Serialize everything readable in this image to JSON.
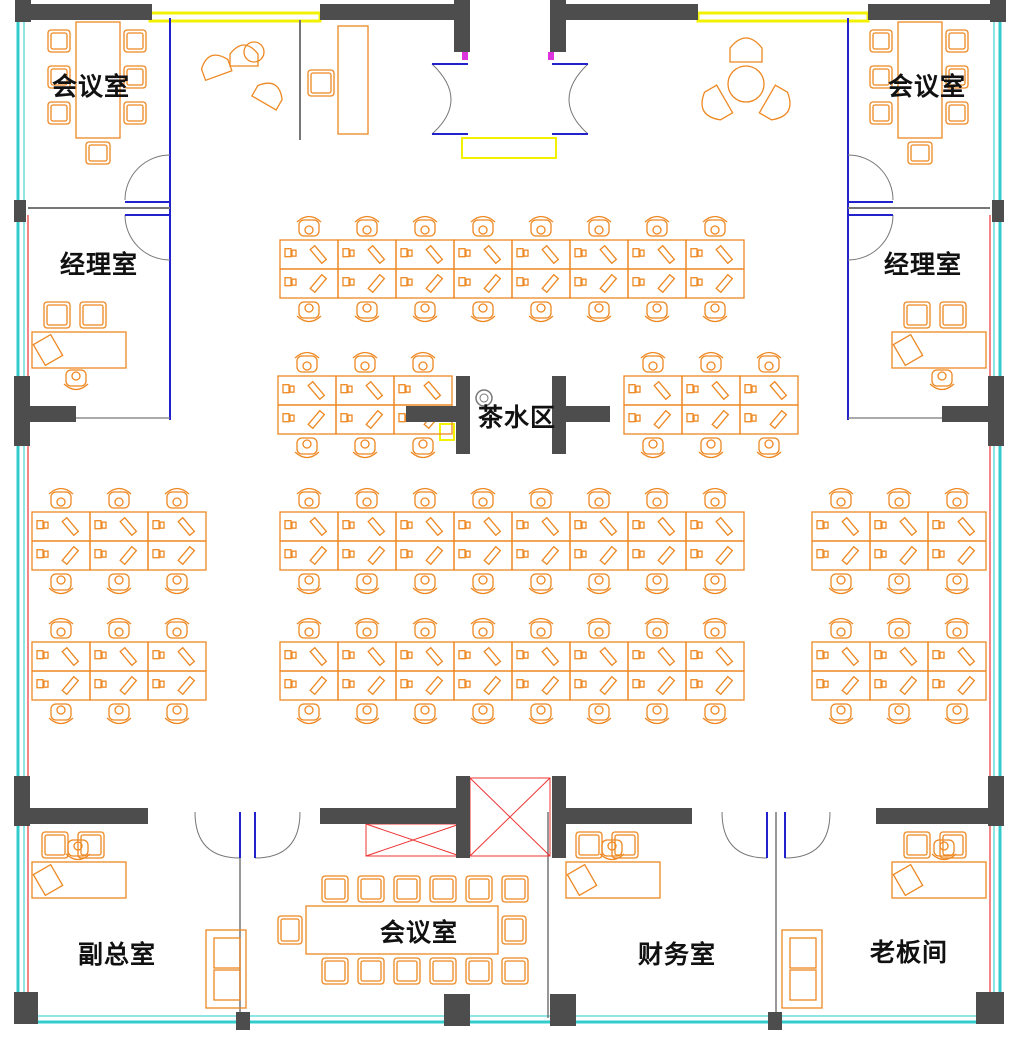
{
  "plan": {
    "colors": {
      "background": "#ffffff",
      "wall": "#4d4d4d",
      "furniture": "#ee8822",
      "window": "#33cccc",
      "window_inner": "#66dddd",
      "glass_partition": "#2222cc",
      "red_line": "#ee3333",
      "yellow_line": "#f2f200",
      "pink_marker": "#dd33dd",
      "gray_line": "#777777"
    },
    "rooms": {
      "meeting_top_left": "会议室",
      "meeting_top_right": "会议室",
      "manager_left": "经理室",
      "manager_right": "经理室",
      "tea_area": "茶水区",
      "vice_president": "副总室",
      "meeting_bottom": "会议室",
      "finance": "财务室",
      "boss": "老板间"
    },
    "workstation_blocks": [
      {
        "name": "top-center-block",
        "columns": 8,
        "rows": 2
      },
      {
        "name": "tea-left-block",
        "columns": 3,
        "rows": 2
      },
      {
        "name": "tea-right-block",
        "columns": 3,
        "rows": 2
      },
      {
        "name": "center-block-1",
        "columns": 8,
        "rows": 2
      },
      {
        "name": "center-block-2",
        "columns": 8,
        "rows": 2
      },
      {
        "name": "left-block-1",
        "columns": 3,
        "rows": 2
      },
      {
        "name": "left-block-2",
        "columns": 3,
        "rows": 2
      },
      {
        "name": "right-block-1",
        "columns": 3,
        "rows": 2
      },
      {
        "name": "right-block-2",
        "columns": 3,
        "rows": 2
      }
    ]
  }
}
